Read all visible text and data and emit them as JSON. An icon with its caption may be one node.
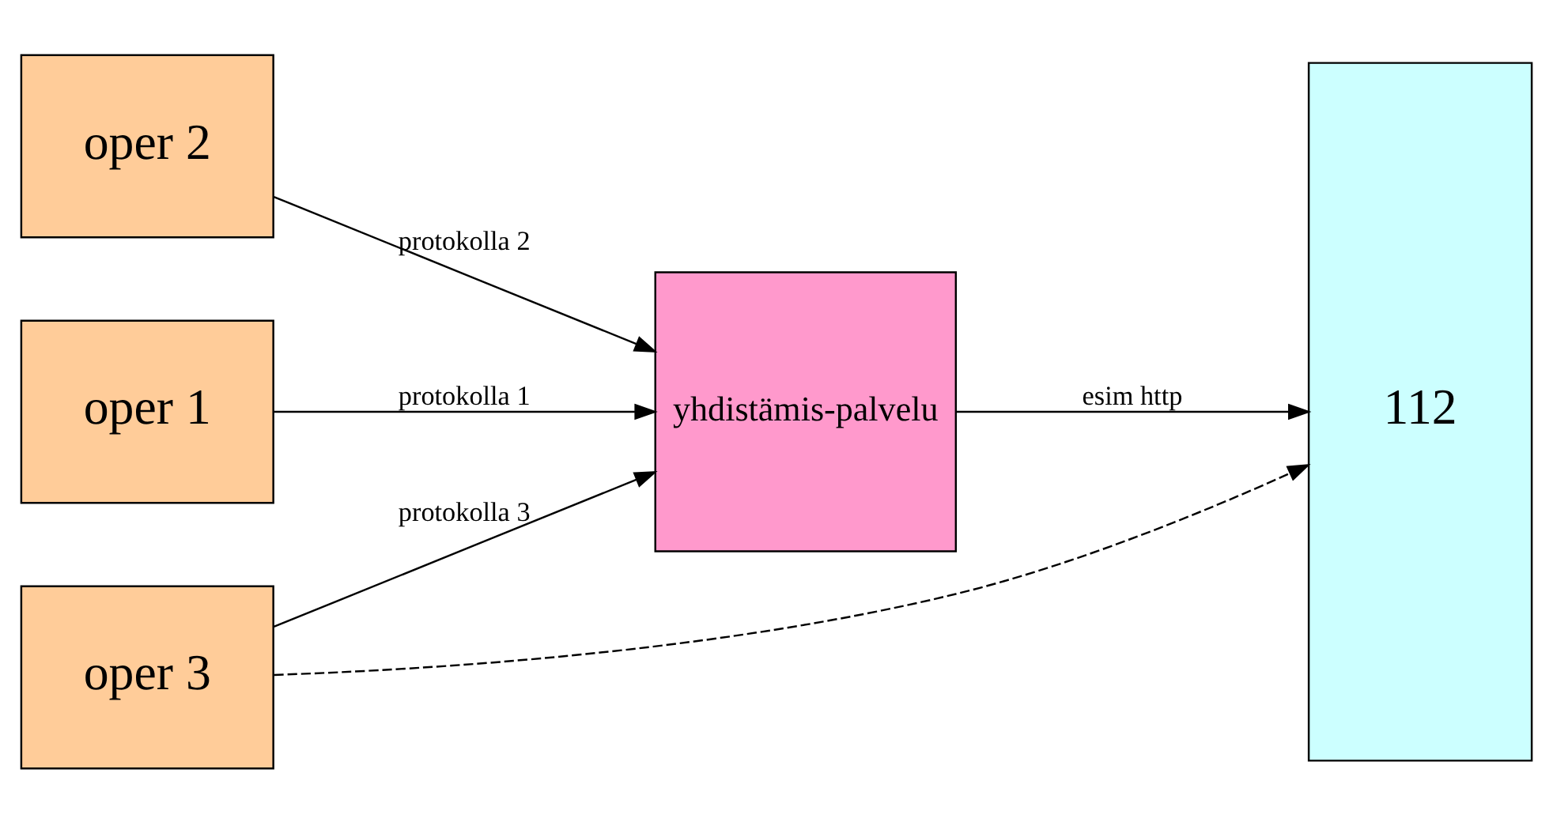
{
  "diagram": {
    "nodes": [
      {
        "text": [
          "oper 1"
        ]
      },
      {
        "text": [
          "oper 2"
        ]
      },
      {
        "text": [
          "oper 3"
        ]
      },
      {
        "text": [
          "yhdistämis-palvelu"
        ]
      },
      {
        "text": [
          "112"
        ]
      }
    ],
    "edges": [
      {
        "from": 0,
        "to": 3,
        "arrow": "to",
        "label": "protokolla 1"
      },
      {
        "from": 1,
        "to": 3,
        "arrow": "to",
        "label": "protokolla 2"
      },
      {
        "from": 2,
        "to": 3,
        "arrow": "to",
        "label": "protokolla 3"
      },
      {
        "from": 2,
        "to": 4,
        "arrow": "to",
        "style": "dashed"
      },
      {
        "from": 3,
        "to": 4,
        "arrow": "to",
        "label": "esim http"
      }
    ]
  }
}
